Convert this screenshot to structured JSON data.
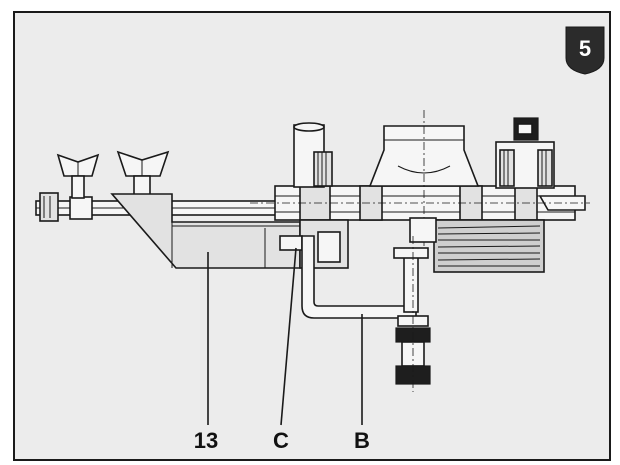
{
  "figure_badge": "5",
  "callouts": [
    {
      "id": "13",
      "label": "13"
    },
    {
      "id": "C",
      "label": "C"
    },
    {
      "id": "B",
      "label": "B"
    }
  ],
  "colors": {
    "frame_background": "#ececec",
    "line": "#1a1a1a",
    "badge": "#2b2b2b"
  }
}
